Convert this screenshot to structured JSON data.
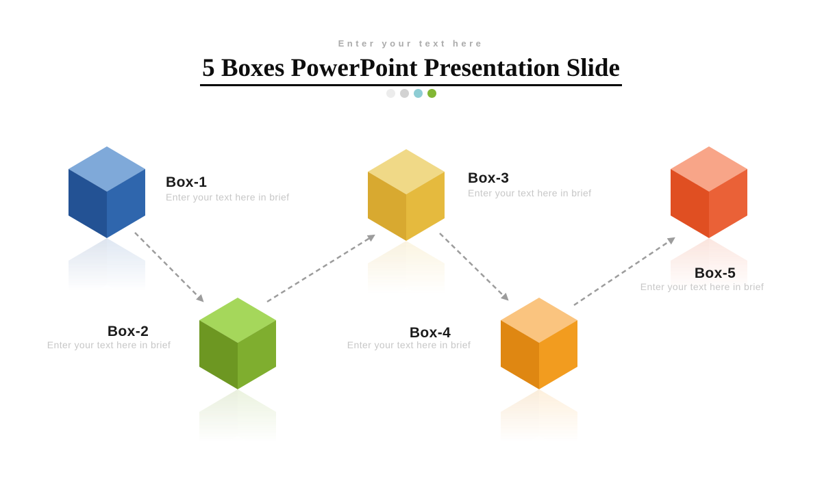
{
  "header": {
    "tagline": "Enter your text here",
    "title": "5 Boxes PowerPoint Presentation Slide",
    "dots": [
      {
        "name": "dot-1",
        "color": "#ececec"
      },
      {
        "name": "dot-2",
        "color": "#d2d2d2"
      },
      {
        "name": "dot-3",
        "color": "#8ecdd4"
      },
      {
        "name": "dot-4",
        "color": "#82b735"
      }
    ]
  },
  "boxes": [
    {
      "label": "Box-1",
      "description": "Enter your text here in brief",
      "colors": {
        "top": "#7fa9d9",
        "left": "#235294",
        "right": "#2f66ad"
      }
    },
    {
      "label": "Box-2",
      "description": "Enter your text here in brief",
      "colors": {
        "top": "#a5d75b",
        "left": "#6d9722",
        "right": "#7fae2f"
      }
    },
    {
      "label": "Box-3",
      "description": "Enter your text here in brief",
      "colors": {
        "top": "#f0d987",
        "left": "#d8a930",
        "right": "#e5ba3e"
      }
    },
    {
      "label": "Box-4",
      "description": "Enter your text here in brief",
      "colors": {
        "top": "#fac47f",
        "left": "#df8712",
        "right": "#f29c1f"
      }
    },
    {
      "label": "Box-5",
      "description": "Enter your text here in brief",
      "colors": {
        "top": "#f8a588",
        "left": "#e04f22",
        "right": "#ea6137"
      }
    }
  ],
  "connectors": {
    "color": "#9c9c9c",
    "style": "dashed-arrow",
    "count": 4
  }
}
